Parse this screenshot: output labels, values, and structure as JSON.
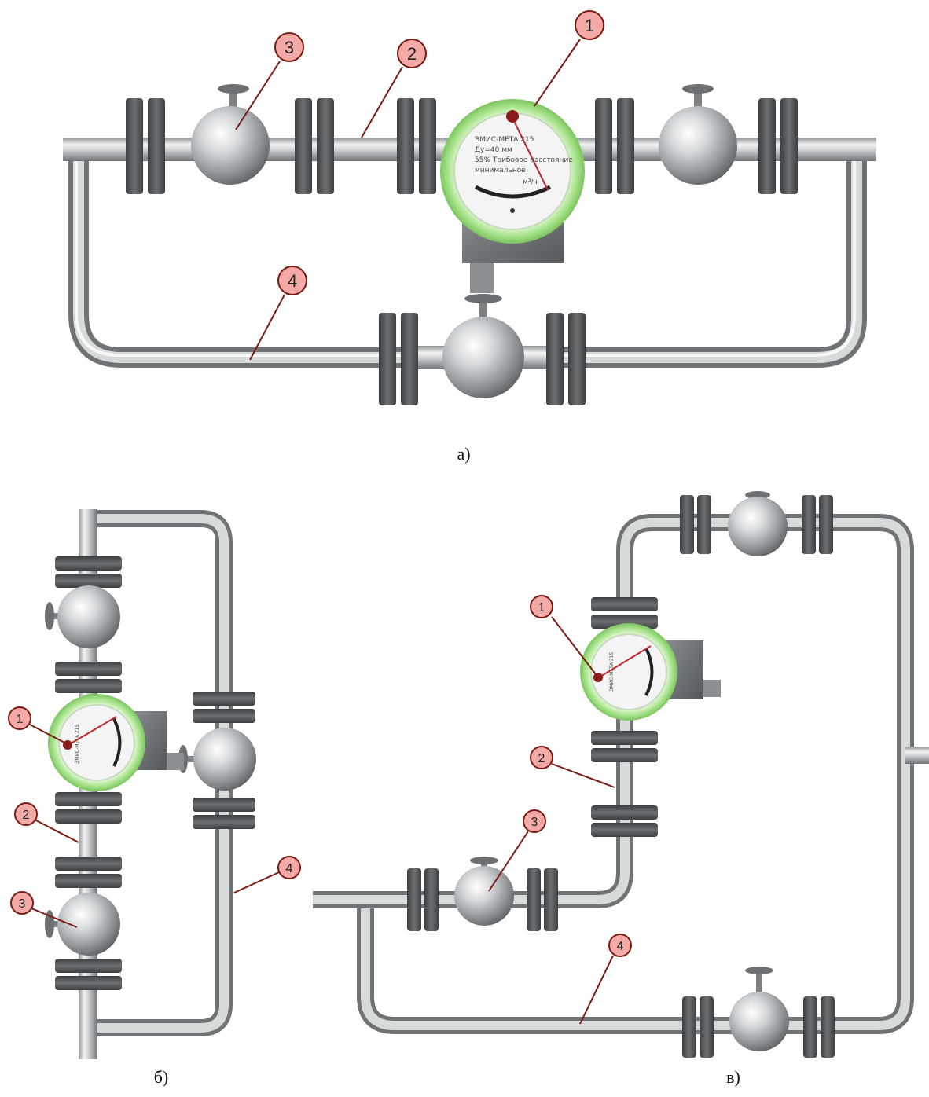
{
  "colors": {
    "pipe": "#c9ccce",
    "flange": "#4f5254",
    "valve_ball": "#c6c9cb",
    "meter_ring": "#a6e28a",
    "callout_fill": "#f3a9a6",
    "callout_stroke": "#7a1b12",
    "leader": "#7a1b12",
    "pointer": "#c0272d"
  },
  "icons": [
    "pipeline-icon",
    "flange-icon",
    "ball-valve-icon",
    "flowmeter-dial-icon"
  ],
  "callouts": {
    "c1": "1",
    "c2": "2",
    "c3": "3",
    "c4": "4"
  },
  "captions": {
    "a": "а)",
    "b": "б)",
    "v": "в)"
  },
  "meter": {
    "model": "ЭМИС-МЕТА 215",
    "line2": "Ду=40 мм",
    "line3": "55% Трибовое расстояние",
    "line4": "минимальное",
    "unit": "м³/ч"
  }
}
